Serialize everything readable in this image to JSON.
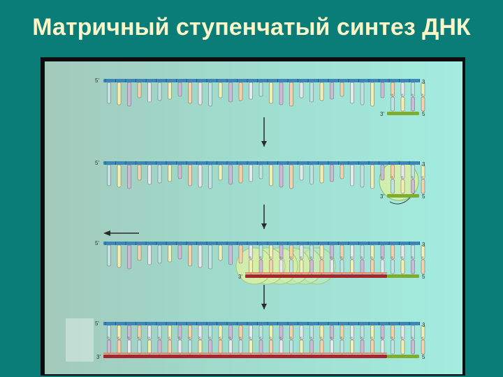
{
  "title": "Матричный ступенчатый синтез ДНК",
  "end_labels": {
    "five_prime": "5'",
    "three_prime": "3'",
    "three": "3",
    "five": "5"
  },
  "colors": {
    "slide_background": "#0a7d78",
    "title_text": "#fbf6c8",
    "template_backbone": "#3d86b8",
    "primer_backbone": "#7fae2f",
    "new_strand_backbone": "#a8262d",
    "new_strand_light": "#e3876a",
    "polymerase": "#d8f0a6",
    "arrow": "#2a2a2a",
    "base_colors": [
      "#f3efb2",
      "#e6e8ec",
      "#cdb8d8",
      "#bfe3e3",
      "#f7d0a8"
    ]
  },
  "stages": [
    {
      "id": "primer-annealed",
      "pairs_from_right": 4,
      "new_strand": "primer",
      "polymerase": "none"
    },
    {
      "id": "polymerase-bound",
      "pairs_from_right": 4,
      "new_strand": "primer",
      "polymerase": "bound"
    },
    {
      "id": "elongation",
      "pairs_from_right": 18,
      "new_strand": "primer-plus-new",
      "polymerase": "moving",
      "direction": "left"
    },
    {
      "id": "complete-duplex",
      "pairs_from_right": 32,
      "new_strand": "primer-plus-new",
      "polymerase": "none"
    }
  ]
}
